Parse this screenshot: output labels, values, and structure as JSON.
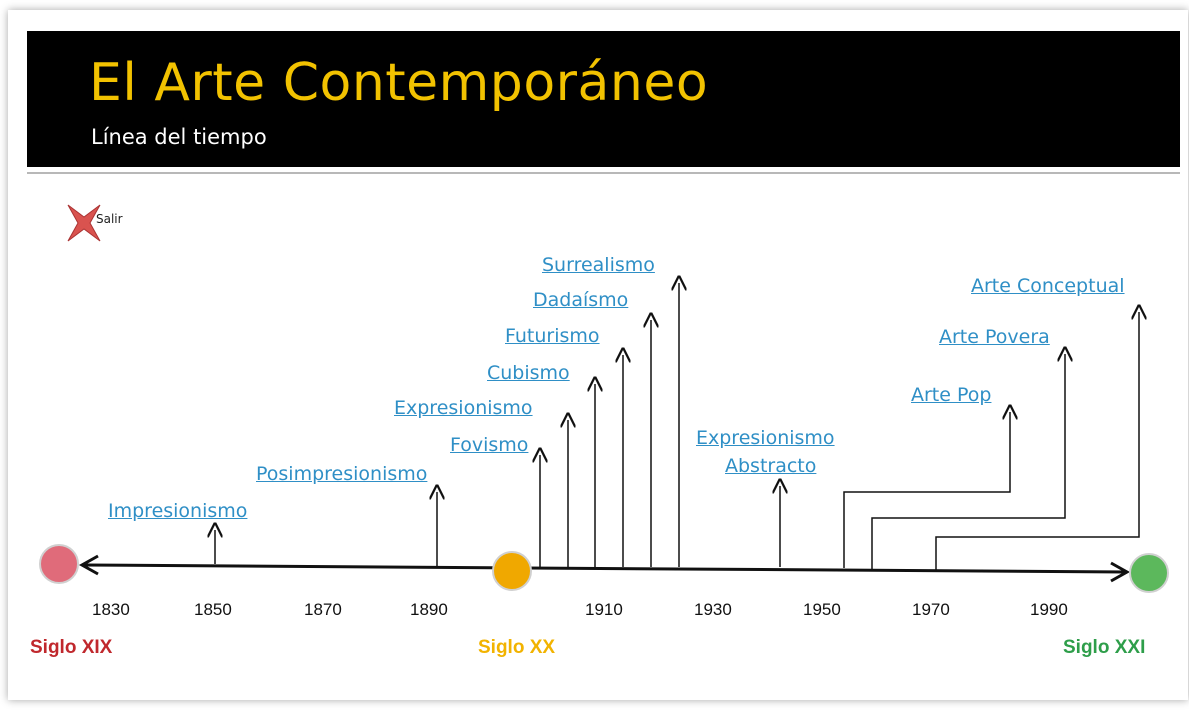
{
  "header": {
    "title": "El Arte Contemporáneo",
    "subtitle": "Línea del tiempo"
  },
  "exit_button": {
    "label": "Salir"
  },
  "movements": [
    {
      "label": "Impresionismo"
    },
    {
      "label": "Posimpresionismo"
    },
    {
      "label": "Fovismo"
    },
    {
      "label": "Expresionismo"
    },
    {
      "label": "Cubismo"
    },
    {
      "label": "Futurismo"
    },
    {
      "label": "Dadaísmo"
    },
    {
      "label": "Surrealismo"
    },
    {
      "label": "Expresionismo"
    },
    {
      "label": "Abstracto"
    },
    {
      "label": "Arte Pop"
    },
    {
      "label": "Arte Povera"
    },
    {
      "label": "Arte Conceptual"
    }
  ],
  "years": [
    "1830",
    "1850",
    "1870",
    "1890",
    "1910",
    "1930",
    "1950",
    "1970",
    "1990"
  ],
  "centuries": [
    {
      "label": "Siglo XIX",
      "color": "#c0282d"
    },
    {
      "label": "Siglo XX",
      "color": "#f2b300"
    },
    {
      "label": "Siglo XXI",
      "color": "#2e9e4a"
    }
  ],
  "colors": {
    "title": "#f2c200",
    "link": "#2f8fc6",
    "node_xix": "#e06b7a",
    "node_xx": "#f0a800",
    "node_xxi": "#5cb85c"
  }
}
